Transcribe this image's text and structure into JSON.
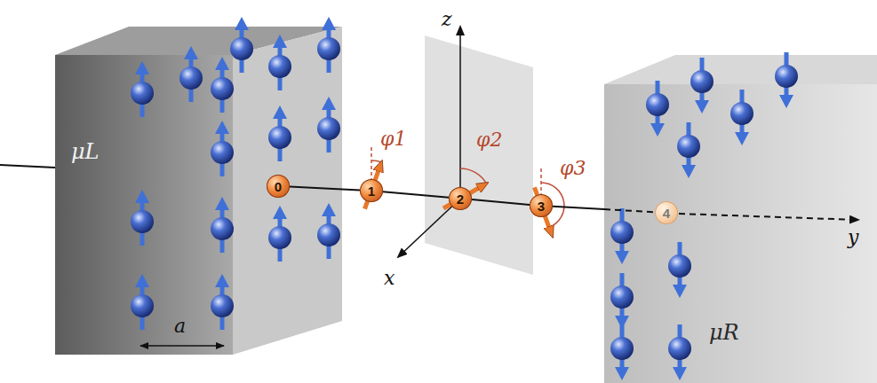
{
  "diagram": {
    "nodes": [
      {
        "text": [
          "μL"
        ]
      },
      {
        "text": [
          "0"
        ]
      },
      {
        "text": [
          "1"
        ]
      },
      {
        "text": [
          "2"
        ]
      },
      {
        "text": [
          "3"
        ]
      },
      {
        "text": [
          "μR"
        ]
      },
      {
        "text": [
          "4"
        ],
        "in": 5
      }
    ],
    "edges": [
      {
        "from": 1,
        "to": 2,
        "arrow": "none"
      },
      {
        "from": 2,
        "to": 3,
        "arrow": "none"
      },
      {
        "from": 3,
        "to": 4,
        "arrow": "none"
      },
      {
        "from": 4,
        "to": 6,
        "arrow": "none"
      }
    ],
    "labels": [
      "φ1",
      "φ2",
      "φ3",
      "z",
      "x",
      "y",
      "a"
    ]
  }
}
